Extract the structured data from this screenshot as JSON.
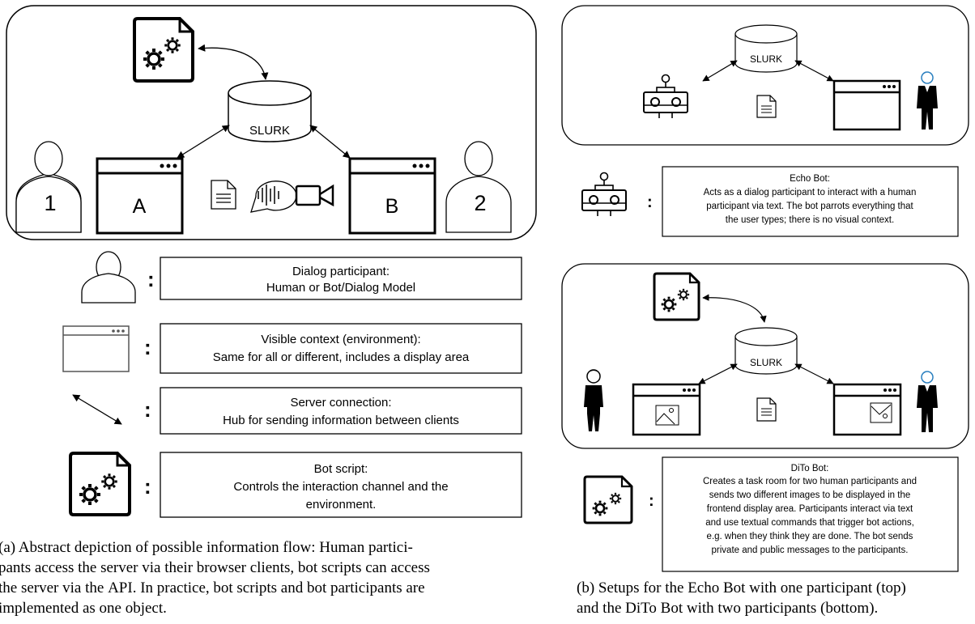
{
  "panel_a": {
    "server": "SLURK",
    "participant_1": "1",
    "participant_2": "2",
    "window_a": "A",
    "window_b": "B",
    "legend": [
      {
        "title": "Dialog participant:",
        "text": "Human or Bot/Dialog Model"
      },
      {
        "title": "Visible context (environment):",
        "text": "Same for all or different, includes a display area"
      },
      {
        "title": "Server connection:",
        "text": "Hub for sending information between clients"
      },
      {
        "title": "Bot script:",
        "text_line1": "Controls the interaction channel and the",
        "text_line2": "environment."
      }
    ],
    "colon": ":",
    "caption_prefix": "(a) Abstract depiction of possible information flow: Human partici-",
    "caption_line2": "pants access the server via their browser clients, bot scripts can access",
    "caption_line3a": "the server via the ",
    "caption_api": "API",
    "caption_line3b": ". In practice, bot scripts and bot participants are",
    "caption_line4": "implemented as one object."
  },
  "panel_b": {
    "server_top": "SLURK",
    "server_bottom": "SLURK",
    "echo": {
      "title": "Echo Bot:",
      "lines": [
        "Acts as a dialog participant to interact with a human",
        "participant via text. The bot parrots everything that",
        "the user types; there is no visual context."
      ]
    },
    "dito": {
      "title": "DiTo Bot:",
      "lines": [
        "Creates a task room for two human participants and",
        "sends two different images to be displayed in the",
        "frontend display area. Participants interact via text",
        "and use textual commands that trigger bot actions,",
        "e.g. when they think they are done. The bot sends",
        "private and public messages to the participants."
      ]
    },
    "colon": ":",
    "caption_line1": "(b) Setups for the Echo Bot with one participant (top)",
    "caption_line2": "and the DiTo Bot with two participants (bottom)."
  }
}
